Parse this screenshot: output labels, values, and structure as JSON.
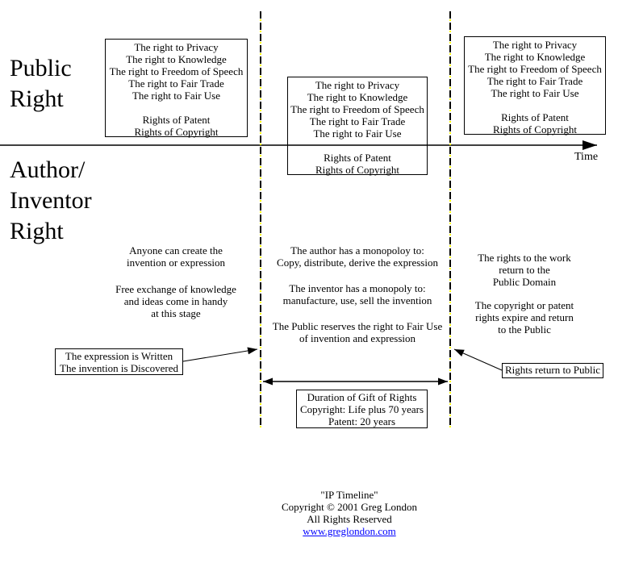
{
  "axis": {
    "time_label": "Time"
  },
  "row_labels": {
    "public_right": [
      "Public",
      "Right"
    ],
    "author_inventor_right": [
      "Author/",
      "Inventor",
      "Right"
    ]
  },
  "rights_boxes": {
    "stage1": [
      "The right to Privacy",
      "The right to Knowledge",
      "The right to Freedom of Speech",
      "The right to Fair Trade",
      "The right to Fair Use",
      "",
      "Rights of Patent",
      "Rights of Copyright"
    ],
    "stage2": [
      "The right to Privacy",
      "The right to Knowledge",
      "The right to Freedom of Speech",
      "The right to Fair Trade",
      "The right to Fair Use",
      "",
      "Rights of Patent",
      "Rights of Copyright"
    ],
    "stage3": [
      "The right to Privacy",
      "The right to Knowledge",
      "The right to Freedom of Speech",
      "The right to Fair Trade",
      "The right to Fair Use",
      "",
      "Rights of Patent",
      "Rights of Copyright"
    ]
  },
  "notes": {
    "stage1": [
      [
        "Anyone can create the",
        "invention or expression"
      ],
      [
        "Free exchange of knowledge",
        "and ideas come in handy",
        "at this stage"
      ]
    ],
    "stage2": [
      [
        "The author has a monopoloy to:",
        "Copy, distribute, derive the expression"
      ],
      [
        "The inventor has a monopoly to:",
        "manufacture, use, sell the invention"
      ],
      [
        "The Public reserves the right to Fair Use",
        "of invention and expression"
      ]
    ],
    "stage3": [
      [
        "The rights to the work",
        "return to the",
        "Public Domain"
      ],
      [
        "The copyright or patent",
        "rights expire and return",
        "to the Public"
      ]
    ]
  },
  "callouts": {
    "creation": [
      "The expression is Written",
      "The invention is Discovered"
    ],
    "rights_return": "Rights return to Public",
    "duration": [
      "Duration of Gift of Rights",
      "Copyright: Life plus 70 years",
      "Patent: 20 years"
    ]
  },
  "footer": {
    "title": "\"IP Timeline\"",
    "copyright": "Copyright © 2001 Greg London",
    "rights": "All Rights Reserved",
    "link": "www.greglondon.com"
  },
  "colors": {
    "line": "#000000",
    "dash_accent": "#ffff00",
    "link": "#0000ff"
  }
}
